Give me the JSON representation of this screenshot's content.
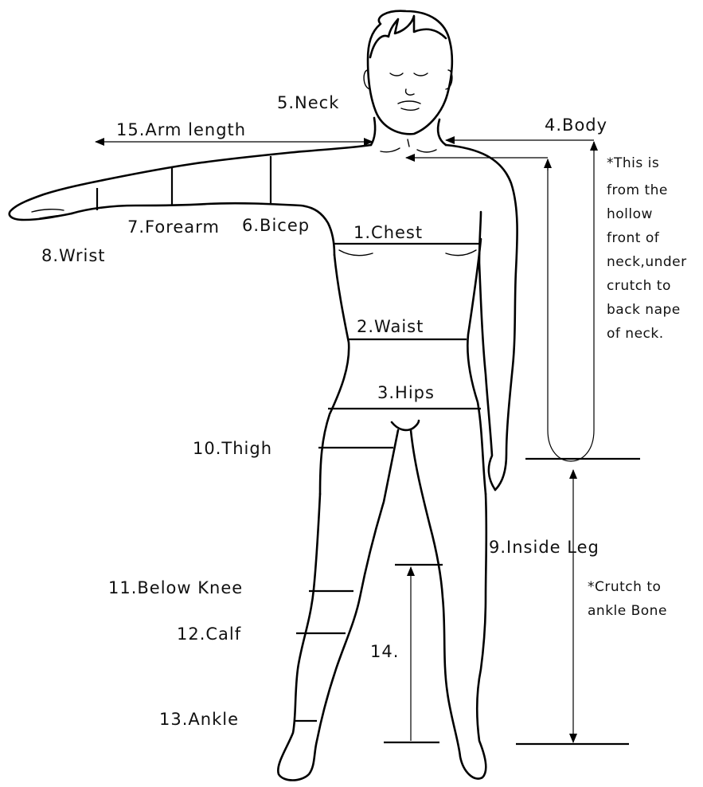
{
  "labels": {
    "chest": "1.Chest",
    "waist": "2.Waist",
    "hips": "3.Hips",
    "body": "4.Body",
    "neck": "5.Neck",
    "bicep": "6.Bicep",
    "forearm": "7.Forearm",
    "wrist": "8.Wrist",
    "inside_leg": "9.Inside Leg",
    "thigh": "10.Thigh",
    "below_knee": "11.Below Knee",
    "calf": "12.Calf",
    "ankle": "13.Ankle",
    "knee_to_ankle": "14.",
    "arm_length": "15.Arm length"
  },
  "notes": {
    "body_note": [
      "*This is",
      "from the",
      "hollow",
      "front of",
      "neck,under",
      "crutch to",
      "back nape",
      "of neck."
    ],
    "inside_leg_note": [
      "*Crutch to",
      "ankle Bone"
    ]
  }
}
